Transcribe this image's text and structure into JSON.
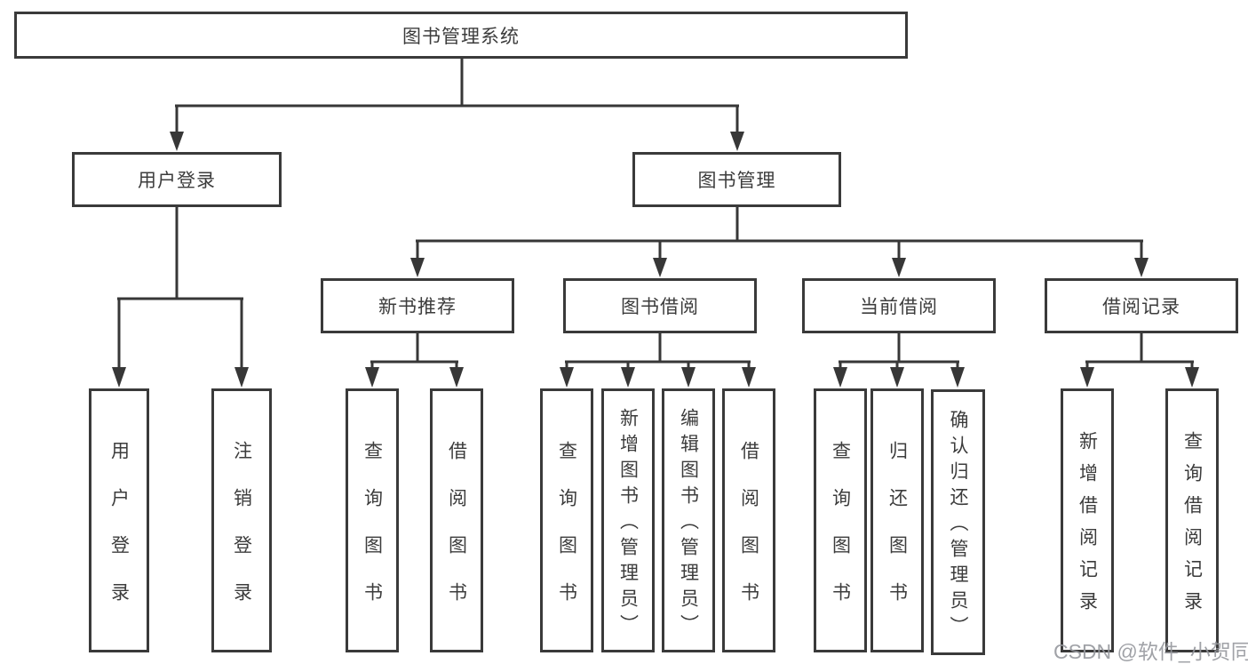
{
  "diagram": {
    "root": {
      "label": "图书管理系统"
    },
    "level2": [
      {
        "id": "user-login",
        "label": "用户登录"
      },
      {
        "id": "book-management",
        "label": "图书管理"
      }
    ],
    "level3": [
      {
        "id": "new-book-recommend",
        "label": "新书推荐"
      },
      {
        "id": "book-borrow",
        "label": "图书借阅"
      },
      {
        "id": "current-borrow",
        "label": "当前借阅"
      },
      {
        "id": "borrow-records",
        "label": "借阅记录"
      }
    ],
    "leaves": {
      "user_login": [
        {
          "label": "用户登录"
        },
        {
          "label": "注销登录"
        }
      ],
      "new_book": [
        {
          "label": "查询图书"
        },
        {
          "label": "借阅图书"
        }
      ],
      "borrow": [
        {
          "label": "查询图书"
        },
        {
          "label": "新增图书（管理员）"
        },
        {
          "label": "编辑图书（管理员）"
        },
        {
          "label": "借阅图书"
        }
      ],
      "current": [
        {
          "label": "查询图书"
        },
        {
          "label": "归还图书"
        },
        {
          "label": "确认归还（管理员）"
        }
      ],
      "records": [
        {
          "label": "新增借阅记录"
        },
        {
          "label": "查询借阅记录"
        }
      ]
    }
  },
  "watermark": {
    "text": "CSDN @软件_小贺同学"
  },
  "colors": {
    "line": "#373737",
    "box_border": "#3a3a3a",
    "text": "#3c3c3c",
    "watermark": "#96989d",
    "background": "#ffffff"
  }
}
